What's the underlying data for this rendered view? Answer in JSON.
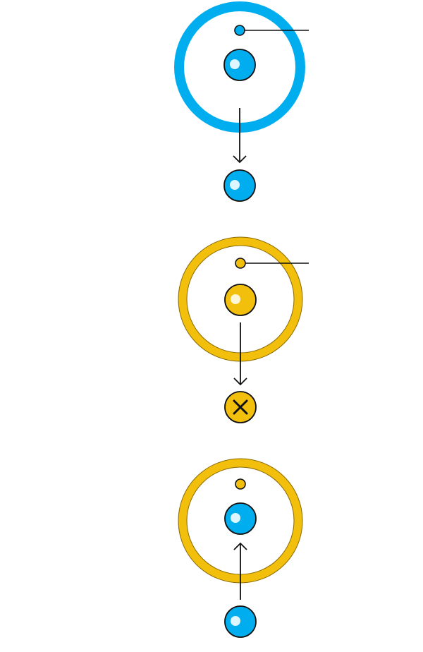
{
  "colors": {
    "blue": "#00AEEF",
    "blue_stroke": "#0B6FA0",
    "yellow": "#F2BF0C",
    "yellow_stroke": "#8A6A00",
    "ink": "#111111",
    "highlight": "#DDF6FF",
    "highlight_yellow": "#FFF6D6"
  },
  "panels": [
    {
      "id": "top",
      "ring_color": "blue",
      "has_label_leader": true,
      "arrow_direction": "down",
      "outer_particle": "blue",
      "outer_particle_blocked": false
    },
    {
      "id": "middle",
      "ring_color": "yellow",
      "has_label_leader": true,
      "arrow_direction": "down",
      "outer_particle": "yellow",
      "outer_particle_blocked": true
    },
    {
      "id": "bottom",
      "ring_color": "yellow",
      "has_label_leader": false,
      "arrow_direction": "up",
      "outer_particle": "blue",
      "outer_particle_blocked": false
    }
  ]
}
